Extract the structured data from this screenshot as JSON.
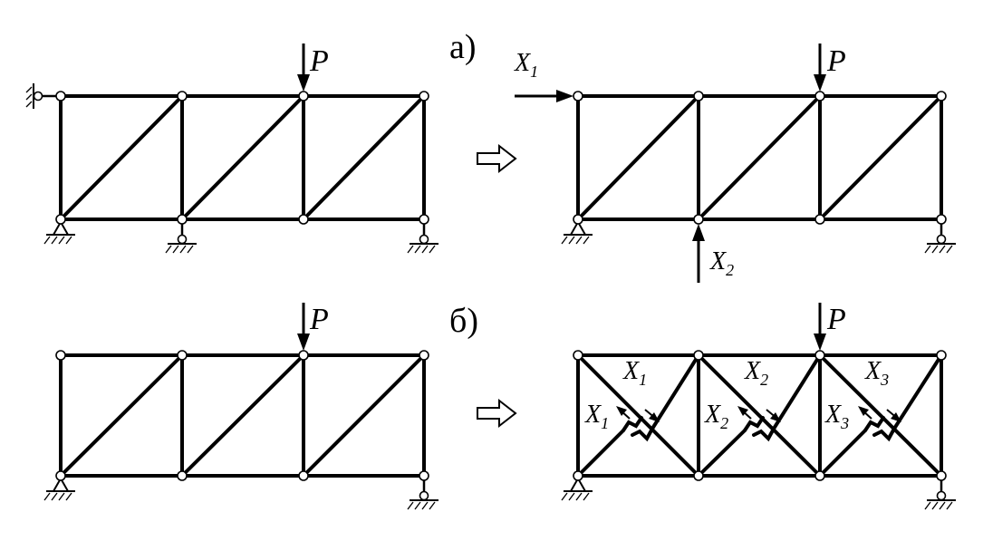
{
  "labels": {
    "panel_a": "а)",
    "panel_b": "б)",
    "load": "P",
    "x1_base": "X",
    "x1_sub": "1",
    "x2_base": "X",
    "x2_sub": "2",
    "x3_base": "X",
    "x3_sub": "3"
  },
  "colors": {
    "line": "#000000",
    "background": "#ffffff"
  },
  "icons": {
    "implication": "hollow-right-arrow"
  }
}
